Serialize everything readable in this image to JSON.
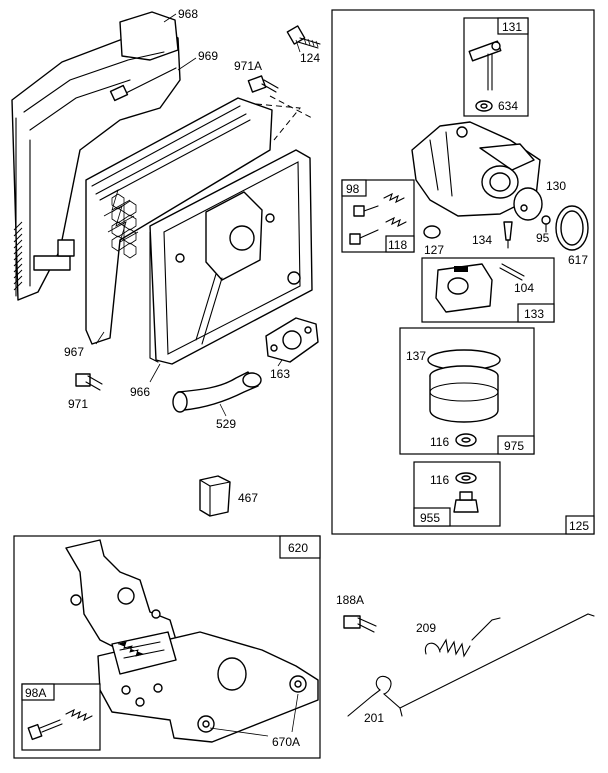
{
  "labels": {
    "l968": "968",
    "l969": "969",
    "l971a": "971A",
    "l124": "124",
    "l967": "967",
    "l971": "971",
    "l966": "966",
    "l163": "163",
    "l529": "529",
    "l467": "467",
    "l131": "131",
    "l634": "634",
    "l98": "98",
    "l118": "118",
    "l127": "127",
    "l134": "134",
    "l95": "95",
    "l130": "130",
    "l617": "617",
    "l104": "104",
    "l133": "133",
    "l137": "137",
    "l116a": "116",
    "l975": "975",
    "l116b": "116",
    "l955": "955",
    "l125": "125",
    "l620": "620",
    "l98a": "98A",
    "l670a": "670A",
    "l188a": "188A",
    "l209": "209",
    "l201": "201"
  }
}
